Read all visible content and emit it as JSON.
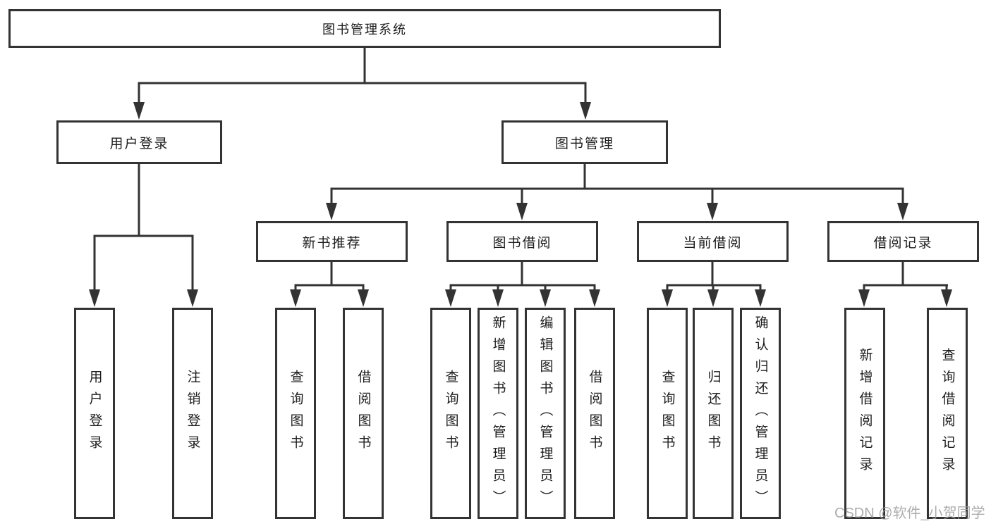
{
  "tree": {
    "root": "图书管理系统",
    "children": [
      {
        "label": "用户登录",
        "children": [
          "用户登录",
          "注销登录"
        ]
      },
      {
        "label": "图书管理",
        "children": [
          {
            "label": "新书推荐",
            "children": [
              "查询图书",
              "借阅图书"
            ]
          },
          {
            "label": "图书借阅",
            "children": [
              "查询图书",
              "新增图书（管理员）",
              "编辑图书（管理员）",
              "借阅图书"
            ]
          },
          {
            "label": "当前借阅",
            "children": [
              "查询图书",
              "归还图书",
              "确认归还（管理员）"
            ]
          },
          {
            "label": "借阅记录",
            "children": [
              "新增借阅记录",
              "查询借阅记录"
            ]
          }
        ]
      }
    ]
  },
  "watermark": {
    "text": "CSDN @软件_小贺同学"
  },
  "colors": {
    "line": "#333333",
    "box_border": "#333333",
    "box_fill": "#ffffff",
    "text": "#1c1c1c",
    "background": "#ffffff",
    "watermark": "#9e9e9e"
  }
}
